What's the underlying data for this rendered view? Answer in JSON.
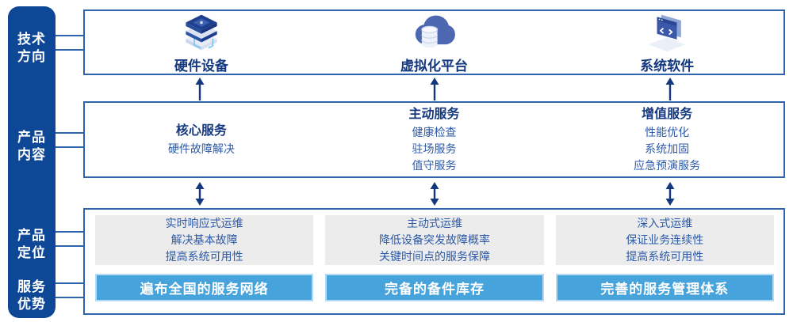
{
  "sidebar": {
    "items": [
      {
        "line1": "技术",
        "line2": "方向"
      },
      {
        "line1": "产品",
        "line2": "内容"
      },
      {
        "line1": "产品",
        "line2": "定位"
      },
      {
        "line1": "服务",
        "line2": "优势"
      }
    ]
  },
  "tech_row": {
    "columns": [
      {
        "icon": "hardware-stack-icon",
        "label": "硬件设备"
      },
      {
        "icon": "cloud-database-icon",
        "label": "虚拟化平台"
      },
      {
        "icon": "code-window-icon",
        "label": "系统软件"
      }
    ]
  },
  "services_row": {
    "columns": [
      {
        "title": "核心服务",
        "items": [
          "硬件故障解决"
        ]
      },
      {
        "title": "主动服务",
        "items": [
          "健康检查",
          "驻场服务",
          "值守服务"
        ]
      },
      {
        "title": "增值服务",
        "items": [
          "性能优化",
          "系统加固",
          "应急预演服务"
        ]
      }
    ]
  },
  "positioning_row": {
    "columns": [
      {
        "points": [
          "实时响应式运维",
          "解决基本故障",
          "提高系统可用性"
        ],
        "banner": "遍布全国的服务网络"
      },
      {
        "points": [
          "主动式运维",
          "降低设备突发故障概率",
          "关键时间点的服务保障"
        ],
        "banner": "完备的备件库存"
      },
      {
        "points": [
          "深入式运维",
          "保证业务连续性",
          "提高系统可用性"
        ],
        "banner": "完善的服务管理体系"
      }
    ]
  },
  "icons": {
    "up_arrow": "up-arrow-icon",
    "double_arrow": "double-arrow-icon"
  },
  "colors": {
    "sidebar_bg": "#0D4796",
    "box_border": "#2E64AE",
    "title_text": "#14387F",
    "body_text": "#2D5AA8",
    "banner_bg": "#47A3DC",
    "banner_border": "#B5DCF4",
    "gray_panel": "#ECECEC",
    "arrow": "#14387F"
  }
}
